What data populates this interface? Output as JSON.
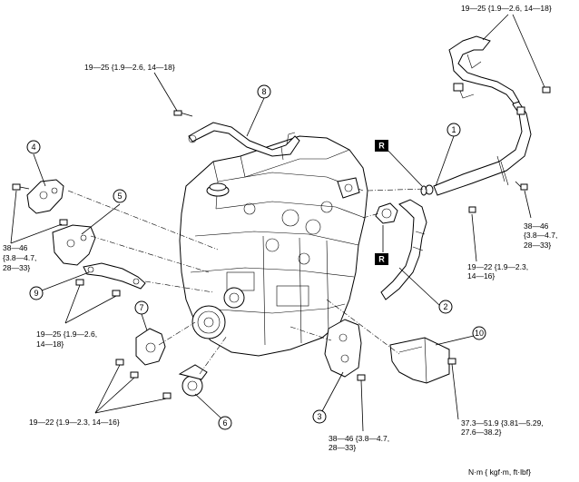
{
  "callouts": [
    {
      "id": "1",
      "label": "1"
    },
    {
      "id": "2",
      "label": "2"
    },
    {
      "id": "3",
      "label": "3"
    },
    {
      "id": "4",
      "label": "4"
    },
    {
      "id": "5",
      "label": "5"
    },
    {
      "id": "6",
      "label": "6"
    },
    {
      "id": "7",
      "label": "7"
    },
    {
      "id": "8",
      "label": "8"
    },
    {
      "id": "9",
      "label": "9"
    },
    {
      "id": "10",
      "label": "10"
    }
  ],
  "replace_markers": {
    "r1": "R",
    "r2": "R"
  },
  "torque": {
    "top_right": "19—25 {1.9—2.6, 14—18}",
    "top_center": "19—25 {1.9—2.6, 14—18}",
    "right_mid": [
      "38—46",
      "{3.8—4.7,",
      "28—33}"
    ],
    "center_mid": [
      "19—22 {1.9—2.3,",
      "14—16}"
    ],
    "left_mid": [
      "38—46",
      "{3.8—4.7,",
      "28—33}"
    ],
    "left_low": [
      "19—25 {1.9—2.6,",
      "14—18}"
    ],
    "bottom_left": "19—22 {1.9—2.3, 14—16}",
    "bottom_center": [
      "38—46 {3.8—4.7,",
      "28—33}"
    ],
    "bottom_right": [
      "37.3—51.9 {3.81—5.29,",
      "27.6—38.2}"
    ]
  },
  "units": "N·m { kgf·m, ft·lbf}"
}
